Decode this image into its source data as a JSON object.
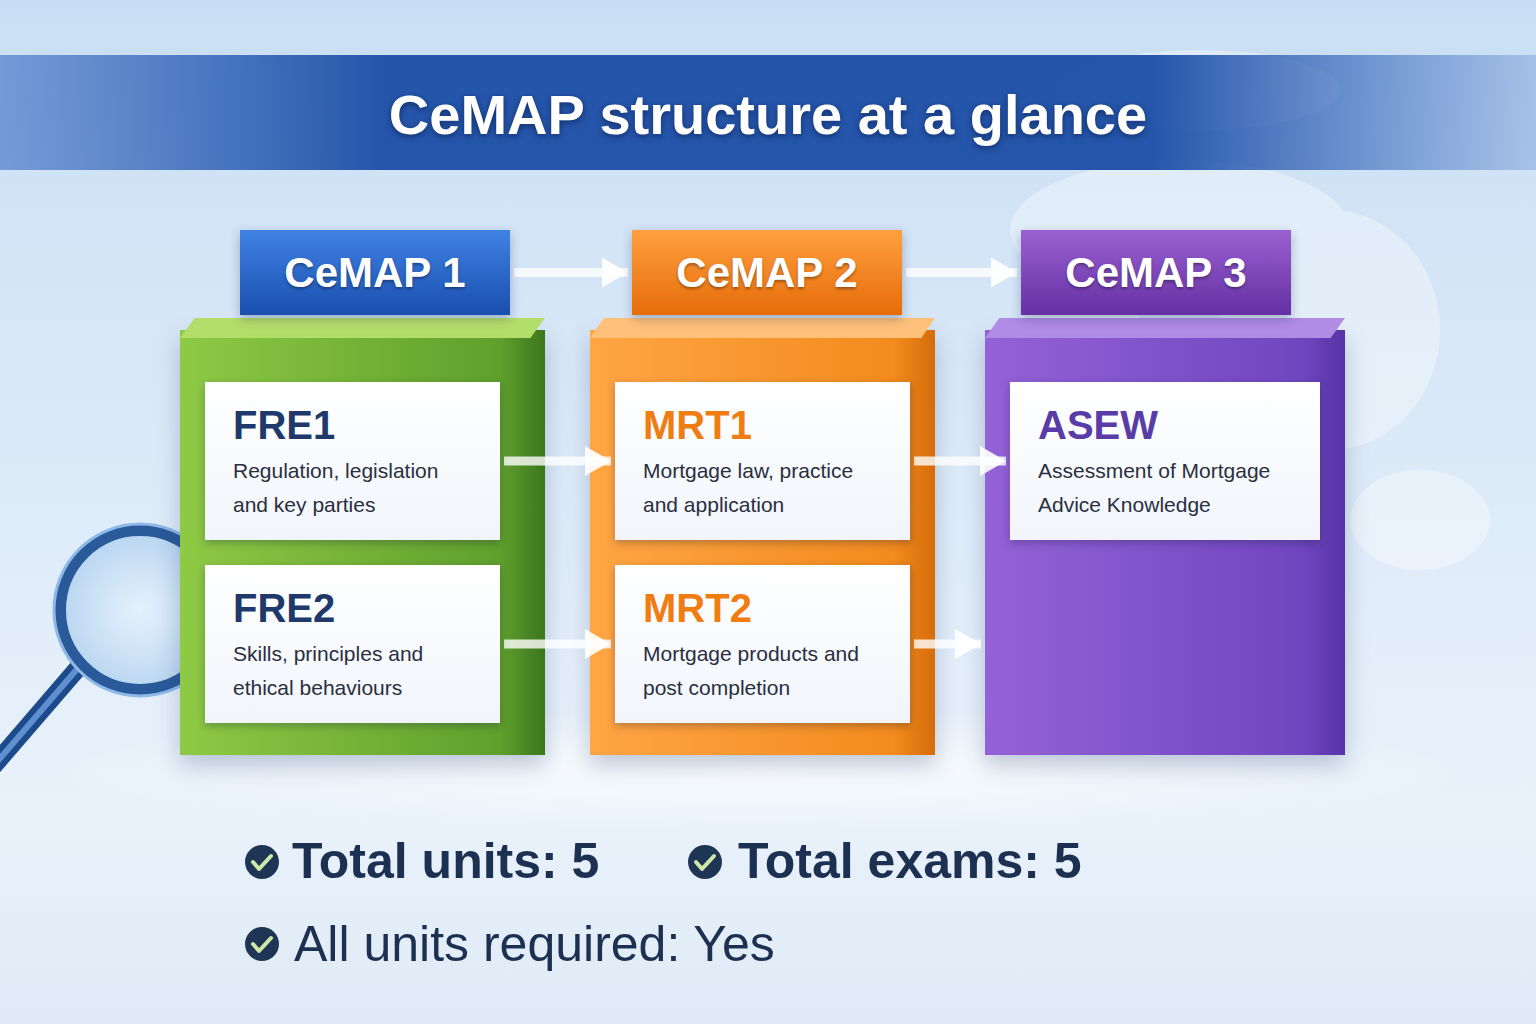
{
  "diagram": {
    "title": "CeMAP structure at a glance",
    "nodes": [
      {
        "text": [
          "CeMAP 1"
        ]
      },
      {
        "text": [
          "FRE1",
          "Regulation, legislation and key parties"
        ],
        "in": 0
      },
      {
        "text": [
          "FRE2",
          "Skills, principles and ethical behaviours"
        ],
        "in": 0
      },
      {
        "text": [
          "CeMAP 2"
        ]
      },
      {
        "text": [
          "MRT1",
          "Mortgage law, practice and application"
        ],
        "in": 3
      },
      {
        "text": [
          "MRT2",
          "Mortgage products and post completion"
        ],
        "in": 3
      },
      {
        "text": [
          "CeMAP 3"
        ]
      },
      {
        "text": [
          "ASEW",
          "Assessment of Mortgage Advice Knowledge"
        ],
        "in": 6
      }
    ],
    "edges": [
      {
        "from": 0,
        "to": 3,
        "arrow": "to"
      },
      {
        "from": 3,
        "to": 6,
        "arrow": "to"
      },
      {
        "from": 1,
        "to": 4,
        "arrow": "to"
      },
      {
        "from": 2,
        "to": 5,
        "arrow": "to"
      },
      {
        "from": 4,
        "to": 7,
        "arrow": "to"
      },
      {
        "from": 5,
        "to": 6,
        "arrow": "to"
      }
    ],
    "labels": [
      "Total units: 5",
      "Total exams: 5",
      "All units required: Yes"
    ]
  }
}
